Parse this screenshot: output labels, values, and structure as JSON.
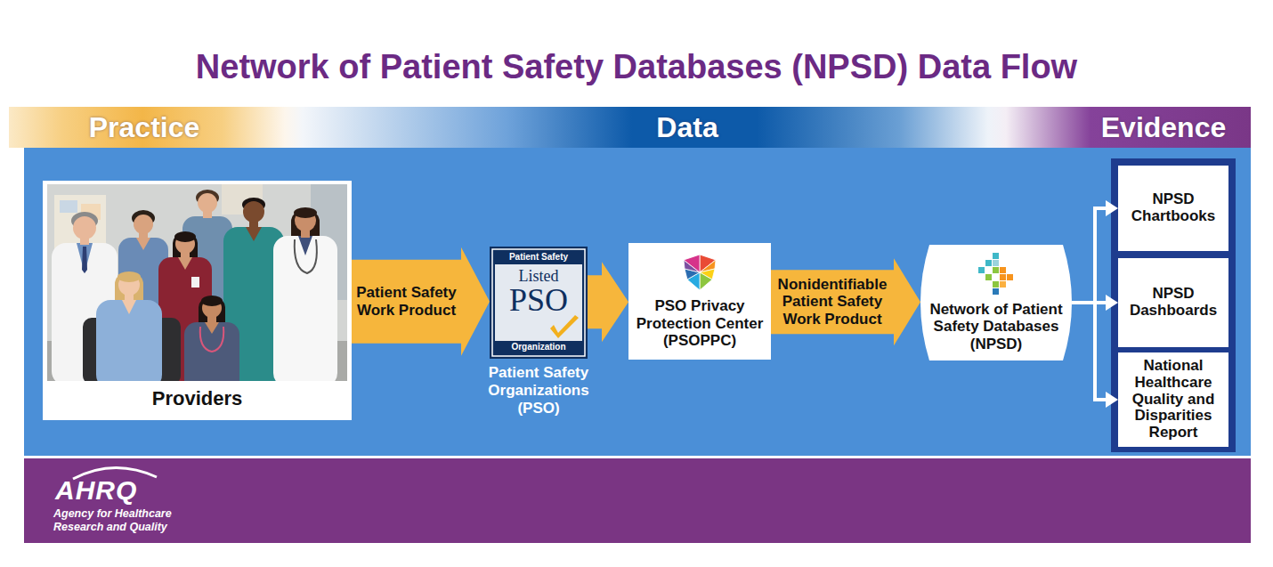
{
  "diagram": {
    "title": "Network of Patient Safety Databases (NPSD) Data Flow",
    "nodes": [
      {
        "text": [
          "Providers"
        ]
      },
      {
        "text": [
          "Patient Safety",
          "Listed",
          "PSO",
          "Organization",
          "Patient Safety Organizations (PSO)"
        ]
      },
      {
        "text": [
          "PSO Privacy Protection Center (PSOPPC)"
        ]
      },
      {
        "text": [
          "Network of Patient Safety Databases (NPSD)"
        ]
      },
      {
        "text": [
          "NPSD Chartbooks"
        ]
      },
      {
        "text": [
          "NPSD Dashboards"
        ]
      },
      {
        "text": [
          "National Healthcare Quality and Disparities Report"
        ]
      }
    ],
    "edges": [
      {
        "from": 0,
        "to": 1,
        "label": "Patient Safety Work Product",
        "arrow": "to"
      },
      {
        "from": 1,
        "to": 2,
        "arrow": "to"
      },
      {
        "from": 2,
        "to": 3,
        "label": "Nonidentifiable Patient Safety Work Product",
        "arrow": "to"
      },
      {
        "from": 3,
        "to": 4,
        "arrow": "to"
      },
      {
        "from": 3,
        "to": 5,
        "arrow": "to"
      },
      {
        "from": 3,
        "to": 6,
        "arrow": "to"
      }
    ],
    "labels": [
      "Practice",
      "Data",
      "Evidence",
      "AHRQ",
      "Agency for Healthcare Research and Quality"
    ]
  }
}
